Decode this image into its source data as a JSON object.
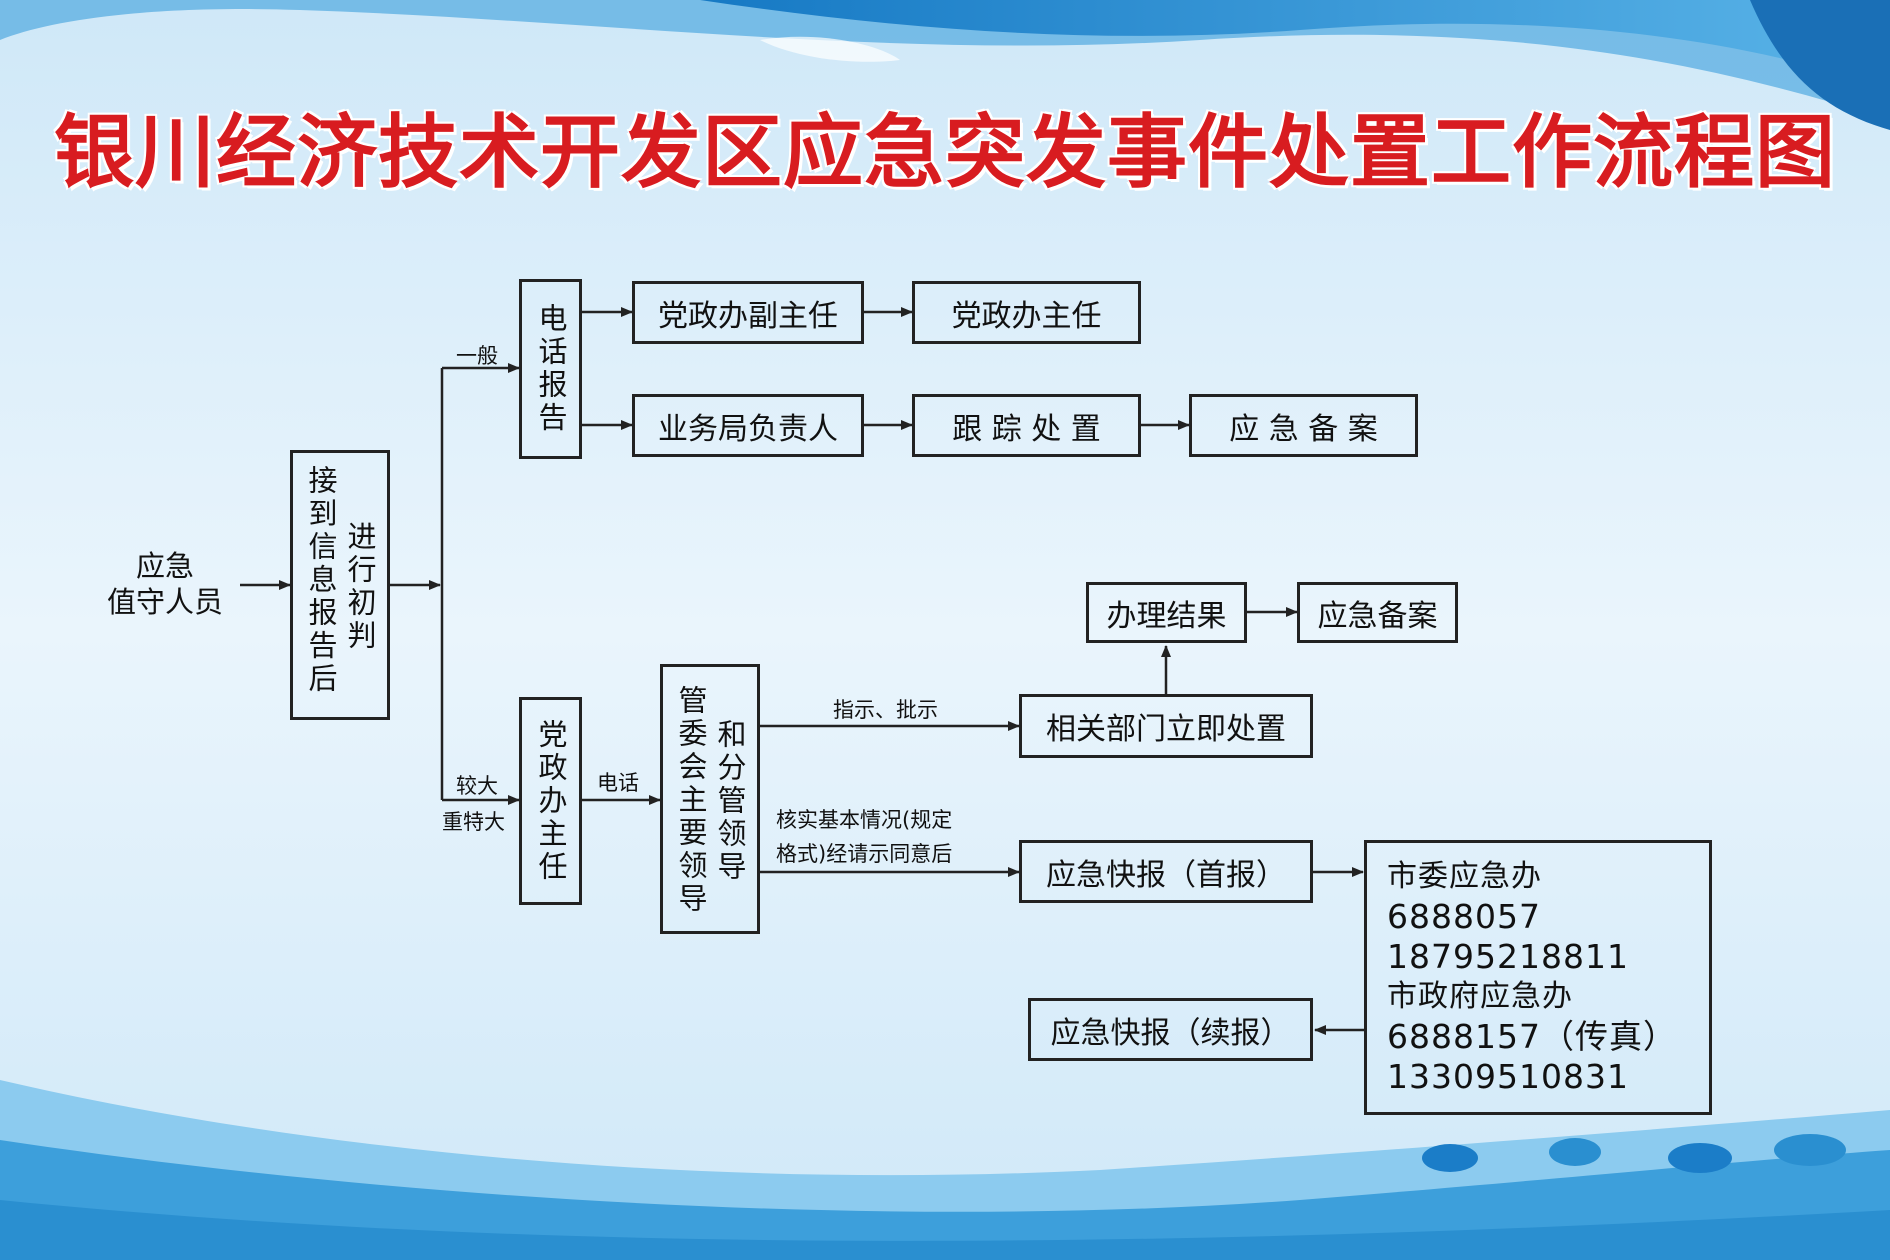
{
  "title": "银川经济技术开发区应急突发事件处置工作流程图",
  "nodes": {
    "duty_staff_line1": "应急",
    "duty_staff_line2": "值守人员",
    "receive_col1": "接到信息报告后",
    "receive_col2": "进行初判",
    "phone_report": "电话报告",
    "deputy_director": "党政办副主任",
    "director": "党政办主任",
    "bureau_head": "业务局负责人",
    "tracking": "跟 踪 处 置",
    "record_top": "应 急 备 案",
    "office_director_v": "党政办主任",
    "leaders_col1": "管委会主要领导",
    "leaders_col2": "和分管领导",
    "handle_result": "办理结果",
    "record_mid": "应急备案",
    "dept_handle": "相关部门立即处置",
    "express_first": "应急快报（首报）",
    "express_follow": "应急快报（续报）"
  },
  "edge_labels": {
    "general": "一般",
    "major_1": "较大",
    "major_2": "重特大",
    "phone": "电话",
    "instruct": "指示、批示",
    "verify_1": "核实基本情况(规定",
    "verify_2": "格式)经请示同意后"
  },
  "contacts": {
    "line1": "市委应急办",
    "line2": "6888057",
    "line3": "18795218811",
    "line4": "市政府应急办",
    "line5": "6888157（传真）",
    "line6": "13309510831"
  },
  "colors": {
    "title_red": "#d81c20",
    "line": "#222222",
    "bg_light": "#dff0fb",
    "bg_blue": "#2a8fd0"
  }
}
